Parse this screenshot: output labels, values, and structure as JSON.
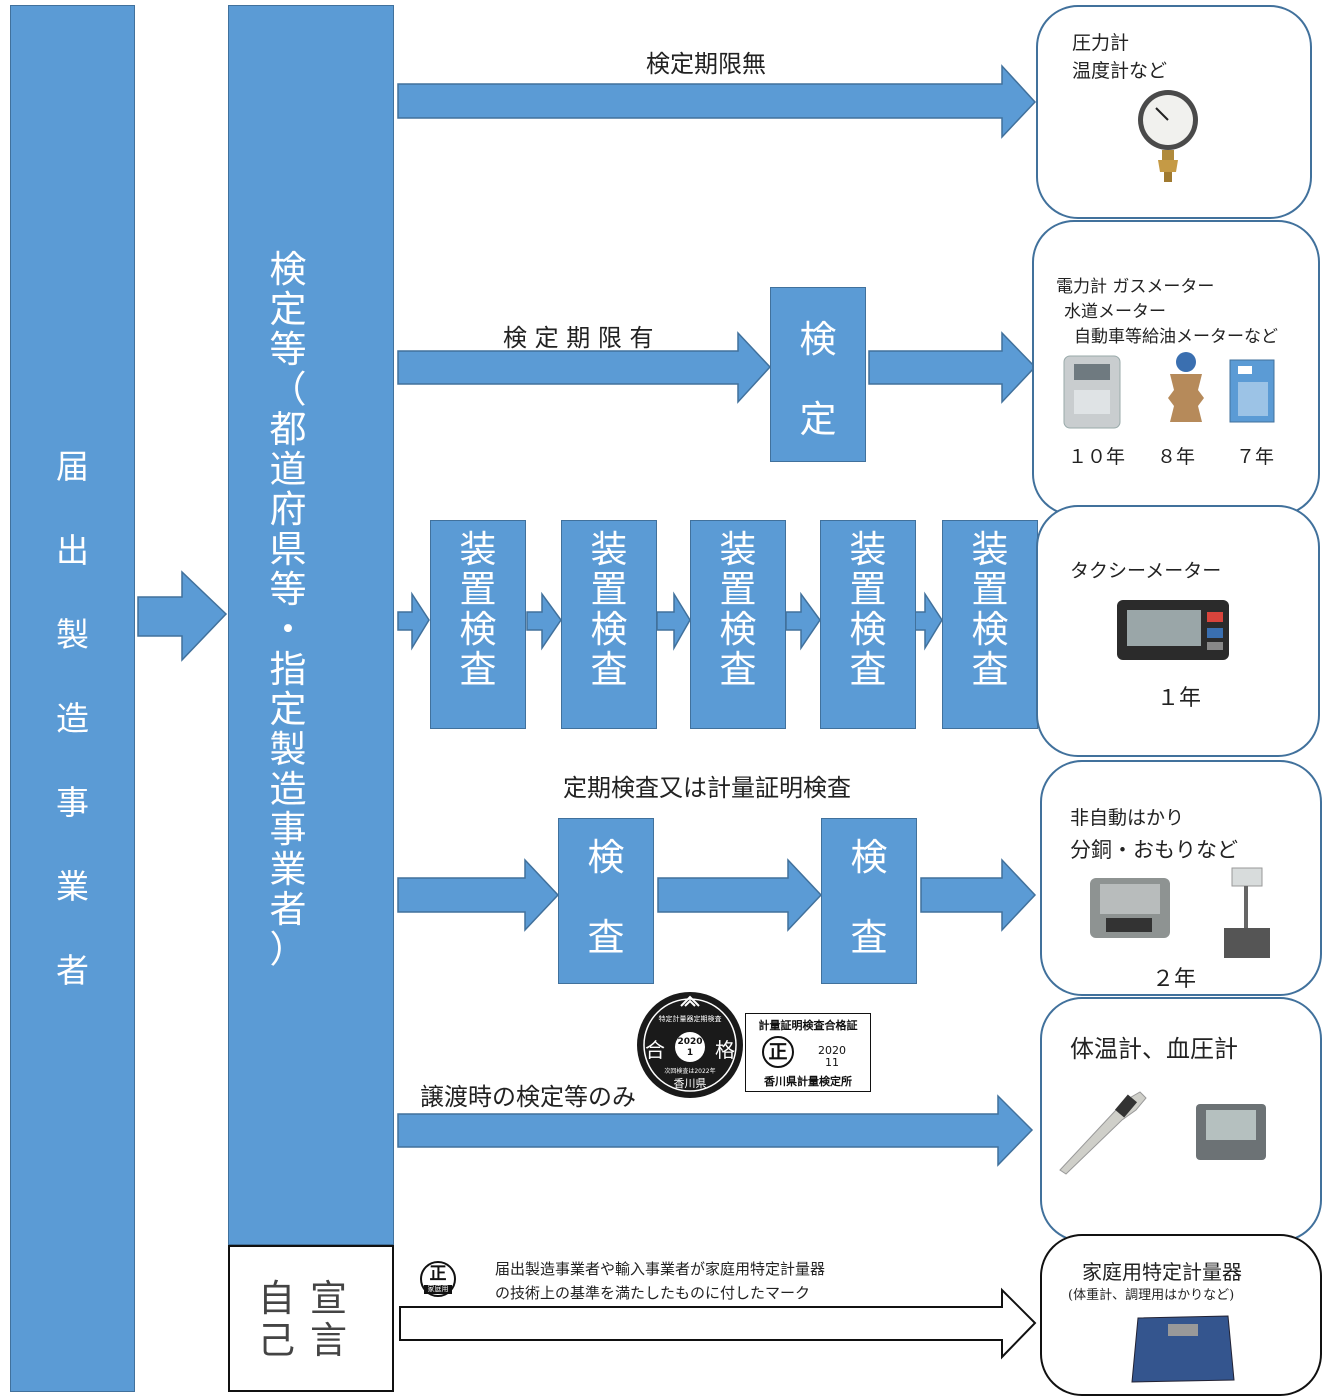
{
  "left_column": {
    "chars": [
      "届",
      "出",
      "製",
      "造",
      "事",
      "業",
      "者"
    ]
  },
  "middle_column": {
    "chars": [
      "検",
      "定",
      "等",
      "（",
      "都",
      "道",
      "府",
      "県",
      "等",
      "・",
      "指",
      "定",
      "製",
      "造",
      "事",
      "業",
      "者",
      "）"
    ]
  },
  "self_declaration": {
    "col1": [
      "自",
      "己"
    ],
    "col2": [
      "宣",
      "言"
    ]
  },
  "routes": {
    "route1_label": "検定期限無",
    "route2_label": "検 定 期 限 有",
    "route2_box": [
      "検",
      "定"
    ],
    "route3_box": [
      "装",
      "置",
      "検",
      "査"
    ],
    "route4_label": "定期検査又は計量証明検査",
    "route4_box": [
      "検",
      "査"
    ],
    "route5_label": "譲渡時の検定等のみ"
  },
  "panels": {
    "p1": {
      "line1": "圧力計",
      "line2": "温度計など"
    },
    "p2": {
      "line1": "電力計 ガスメーター",
      "line2": "水道メーター",
      "line3": "自動車等給油メーターなど",
      "y1": "１０年",
      "y2": "８年",
      "y3": "７年"
    },
    "p3": {
      "line1": "タクシーメーター",
      "year": "１年"
    },
    "p4": {
      "line1": "非自動はかり",
      "line2": "分銅・おもりなど",
      "year": "２年"
    },
    "p5": {
      "line1": "体温計、血圧計"
    },
    "p6": {
      "line1": "家庭用特定計量器",
      "line2": "(体重計、調理用はかりなど)"
    }
  },
  "stamps": {
    "round": {
      "top": "特定計量器定期検査",
      "left": "合",
      "center_year": "2020",
      "center_num": "1",
      "right": "格",
      "bottom1": "次回検査は2022年",
      "bottom2": "香川県"
    },
    "cert": {
      "title": "計量証明検査合格証",
      "mark": "正",
      "year": "2020",
      "num": "11",
      "issuer": "香川県計量検定所"
    }
  },
  "mark_note": {
    "mark": "正",
    "mark_sub": "家庭用",
    "line1": "届出製造事業者や輸入事業者が家庭用特定計量器",
    "line2": "の技術上の基準を満たしたものに付したマーク"
  },
  "colors": {
    "fill": "#5b9bd5",
    "stroke": "#41719c"
  }
}
